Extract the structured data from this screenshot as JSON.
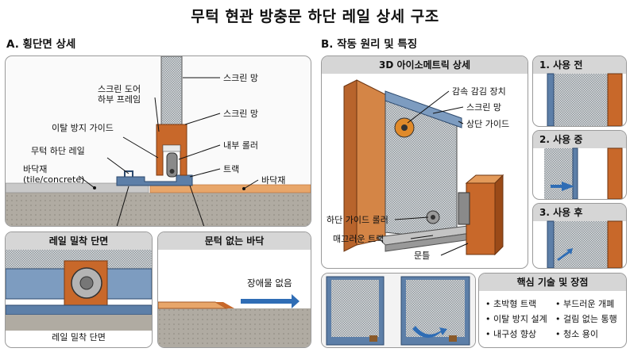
{
  "title": "무턱 현관 방충문 하단 레일 상세 구조",
  "section_a": {
    "heading": "A. 횡단면 상세",
    "labels": {
      "screen_door_frame_1": "스크린 도어",
      "screen_door_frame_2": "하부 프레임",
      "screen_mesh_top": "스크린 망",
      "screen_mesh": "스크린 망",
      "derail_guide": "이탈 방지 가이드",
      "inner_roller": "내부 롤러",
      "threshold_rail": "무턱 하단 레일",
      "track": "트랙",
      "floor_material_1": "바닥재",
      "floor_material_2": "(tile/concrete)",
      "floor_material_right": "바닥재"
    },
    "rail_fit_panel": {
      "header": "레일 밀착 단면",
      "caption": "레일 밀착 단면"
    },
    "no_threshold_panel": {
      "header": "문턱 없는 바닥",
      "barrier_free": "장애물 없음"
    }
  },
  "section_b": {
    "heading": "B. 작동 원리 및 특징",
    "iso_panel": {
      "header": "3D 아이소메트릭 상세",
      "labels": {
        "damper": "감속 감김 장치",
        "mesh": "스크린 망",
        "top_guide": "상단 가이드",
        "bottom_roller": "하단 가이드 롤러",
        "smooth_track": "매끄러운 트랙",
        "door_frame": "문틀"
      }
    },
    "steps": [
      {
        "label": "1. 사용 전"
      },
      {
        "label": "2. 사용 중"
      },
      {
        "label": "3. 사용 후"
      }
    ],
    "features_panel": {
      "header": "핵심 기술 및 장점",
      "items": [
        "• 초박형 트랙",
        "• 부드러운 개폐",
        "• 이탈 방지 설계",
        "• 걸림 없는 통행",
        "• 내구성 향상",
        "• 청소 용이"
      ]
    }
  },
  "colors": {
    "frame_orange": "#c8682a",
    "rail_blue": "#5d7fa8",
    "concrete": "#b0aba2",
    "tile": "#c9c9c9",
    "arrow_blue": "#2f6db5",
    "wood": "#b8642c"
  }
}
